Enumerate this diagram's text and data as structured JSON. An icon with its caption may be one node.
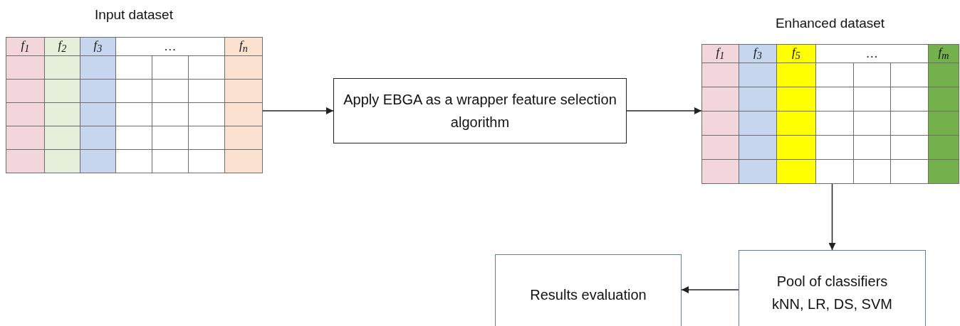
{
  "diagram": {
    "nodes": [
      {
        "text": [
          "Input dataset",
          "f$_{1}$",
          "f$_{2}$",
          "f$_{3}$",
          "…",
          "f$_{n}$"
        ]
      },
      {
        "text": [
          "Apply EBGA as a wrapper feature selection algorithm"
        ]
      },
      {
        "text": [
          "Enhanced dataset",
          "f$_{1}$",
          "f$_{3}$",
          "f$_{5}$",
          "…",
          "f$_{m}$"
        ]
      },
      {
        "text": [
          "Pool of classifiers",
          "kNN, LR, DS, SVM"
        ]
      },
      {
        "text": [
          "Results evaluation"
        ]
      }
    ],
    "edges": [
      {
        "from": 0,
        "to": 1,
        "arrow": "to"
      },
      {
        "from": 1,
        "to": 2,
        "arrow": "to"
      },
      {
        "from": 2,
        "to": 3,
        "arrow": "to"
      },
      {
        "from": 3,
        "to": 4,
        "arrow": "to"
      }
    ]
  }
}
